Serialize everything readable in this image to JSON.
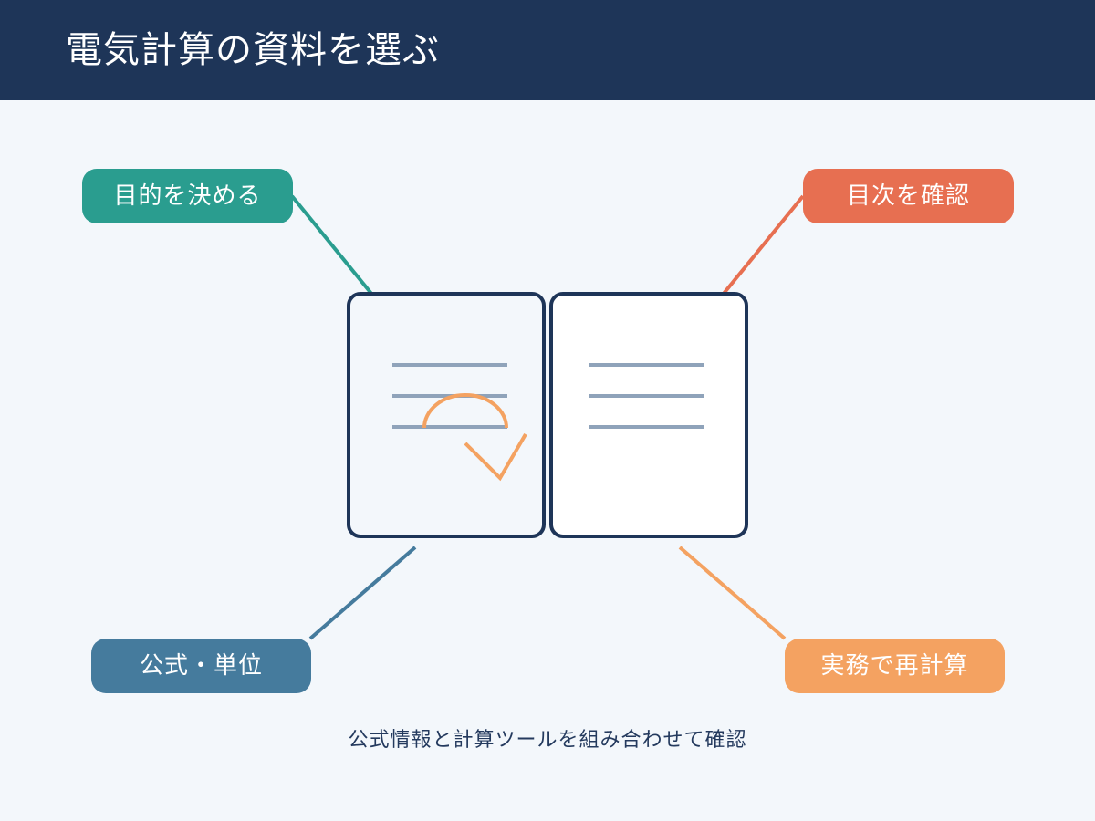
{
  "header": {
    "title": "電気計算の資料を選ぶ"
  },
  "labels": {
    "purpose": "目的を決める",
    "toc": "目次を確認",
    "formula": "公式・単位",
    "recalc": "実務で再計算"
  },
  "caption": "公式情報と計算ツールを組み合わせて確認",
  "colors": {
    "header_bg": "#1e3558",
    "background": "#f3f7fb",
    "book_outline": "#1e3558",
    "text_lines": "#8fa3ba",
    "purpose": "#2a9d8f",
    "toc": "#e76f51",
    "formula": "#457b9d",
    "recalc": "#f4a261"
  },
  "icons": [
    "open-book-icon",
    "checkmark-icon"
  ]
}
